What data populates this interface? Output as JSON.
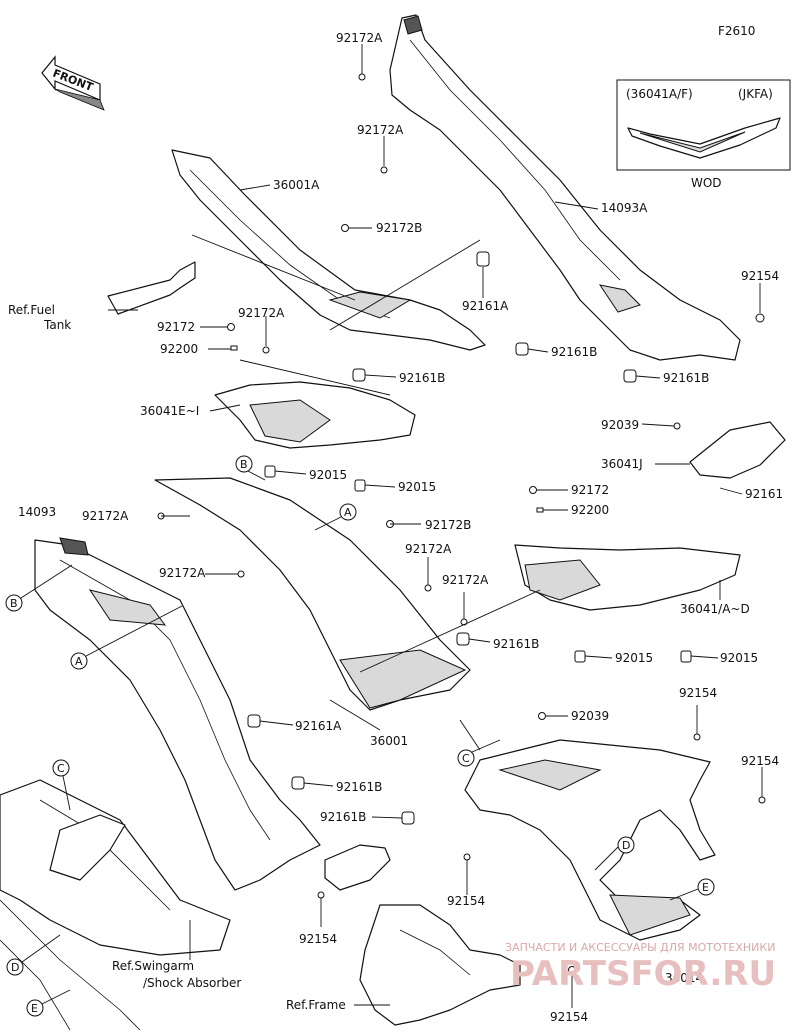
{
  "figure_code": "F2610",
  "front_label": "FRONT",
  "inset": {
    "header_left": "(36041A/F)",
    "header_right": "(JKFA)",
    "caption": "WOD"
  },
  "labels": {
    "p92172A_top": "92172A",
    "p92172A_2": "92172A",
    "p14093A": "14093A",
    "p36001A": "36001A",
    "p92172B_top": "92172B",
    "p92161A_top": "92161A",
    "p92154_top": "92154",
    "ref_fuel_1": "Ref.Fuel",
    "ref_fuel_2": "Tank",
    "p92172_left": "92172",
    "p92172A_mid": "92172A",
    "p92200_left": "92200",
    "p92161B_r1": "92161B",
    "p92161B_r2": "92161B",
    "p92161B_mid": "92161B",
    "p36041E": "36041E~I",
    "p92015_a": "92015",
    "p92015_b": "92015",
    "p92039_top": "92039",
    "p36041J": "36041J",
    "p92161": "92161",
    "p92172_right": "92172",
    "p92200_right": "92200",
    "p14093": "14093",
    "p92172A_l1": "92172A",
    "p92172B_mid": "92172B",
    "p92172A_m2": "92172A",
    "p92172A_l2": "92172A",
    "p92172A_m3": "92172A",
    "p36041AD": "36041/A~D",
    "p92161B_c": "92161B",
    "p92015_c": "92015",
    "p92015_d": "92015",
    "p92161A_low": "92161A",
    "p36001": "36001",
    "p92154_r2": "92154",
    "p92039_low": "92039",
    "p92154_r3": "92154",
    "p92161B_low1": "92161B",
    "p92161B_low2": "92161B",
    "p92154_low": "92154",
    "p92154_bl": "92154",
    "ref_swing_1": "Ref.Swingarm",
    "ref_swing_2": "/Shock Absorber",
    "ref_frame": "Ref.Frame",
    "p36014": "36014",
    "p92154_bot": "92154"
  },
  "callouts": {
    "A": "A",
    "B": "B",
    "C": "C",
    "D": "D",
    "E": "E"
  },
  "watermark": {
    "line1": "ЗАПЧАСТИ И АКСЕССУАРЫ ДЛЯ МОТОТЕХНИКИ",
    "line2": "PARTSFOR.RU"
  }
}
